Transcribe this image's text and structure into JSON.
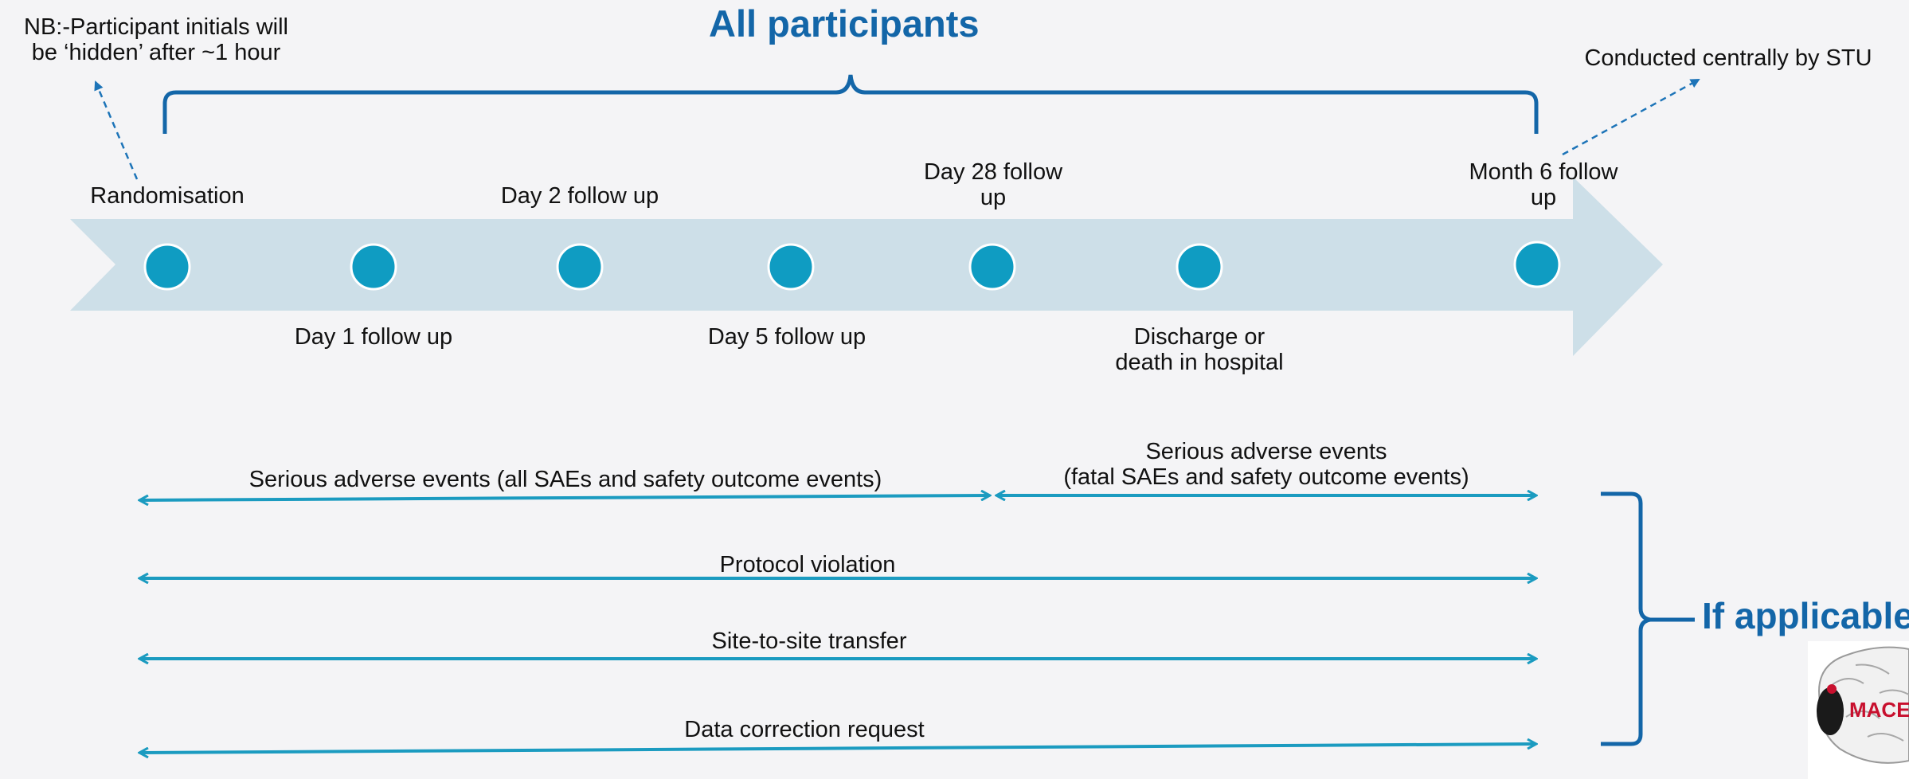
{
  "header": {
    "title": "All participants",
    "note": "NB:-Participant initials will\nbe ‘hidden’ after ~1 hour",
    "central_note": "Conducted centrally by STU"
  },
  "timeline": {
    "points_top": [
      {
        "label": "Randomisation"
      },
      {
        "label": "Day 2 follow up"
      },
      {
        "label": "Day 28 follow\nup"
      },
      {
        "label": "Month 6 follow\nup"
      }
    ],
    "points_bottom": [
      {
        "label": "Day 1 follow up"
      },
      {
        "label": "Day 5 follow up"
      },
      {
        "label": "Discharge or\ndeath in hospital"
      }
    ]
  },
  "events": {
    "sae_early": "Serious adverse events (all SAEs and safety outcome events)",
    "sae_late": "Serious adverse events\n(fatal SAEs and safety outcome events)",
    "protocol_violation": "Protocol violation",
    "site_transfer": "Site-to-site transfer",
    "data_correction": "Data correction request",
    "if_applicable": "If applicable"
  },
  "logo": {
    "text": "MACE",
    "colors": {
      "text": "#c8102e",
      "dot": "#c8102e"
    }
  },
  "colors": {
    "background": "#f4f4f6",
    "title": "#1366a8",
    "arrow_band": "#cddfe8",
    "node": "#0f9cc2",
    "event_line": "#1b9bc0",
    "bracket": "#1366a8"
  }
}
